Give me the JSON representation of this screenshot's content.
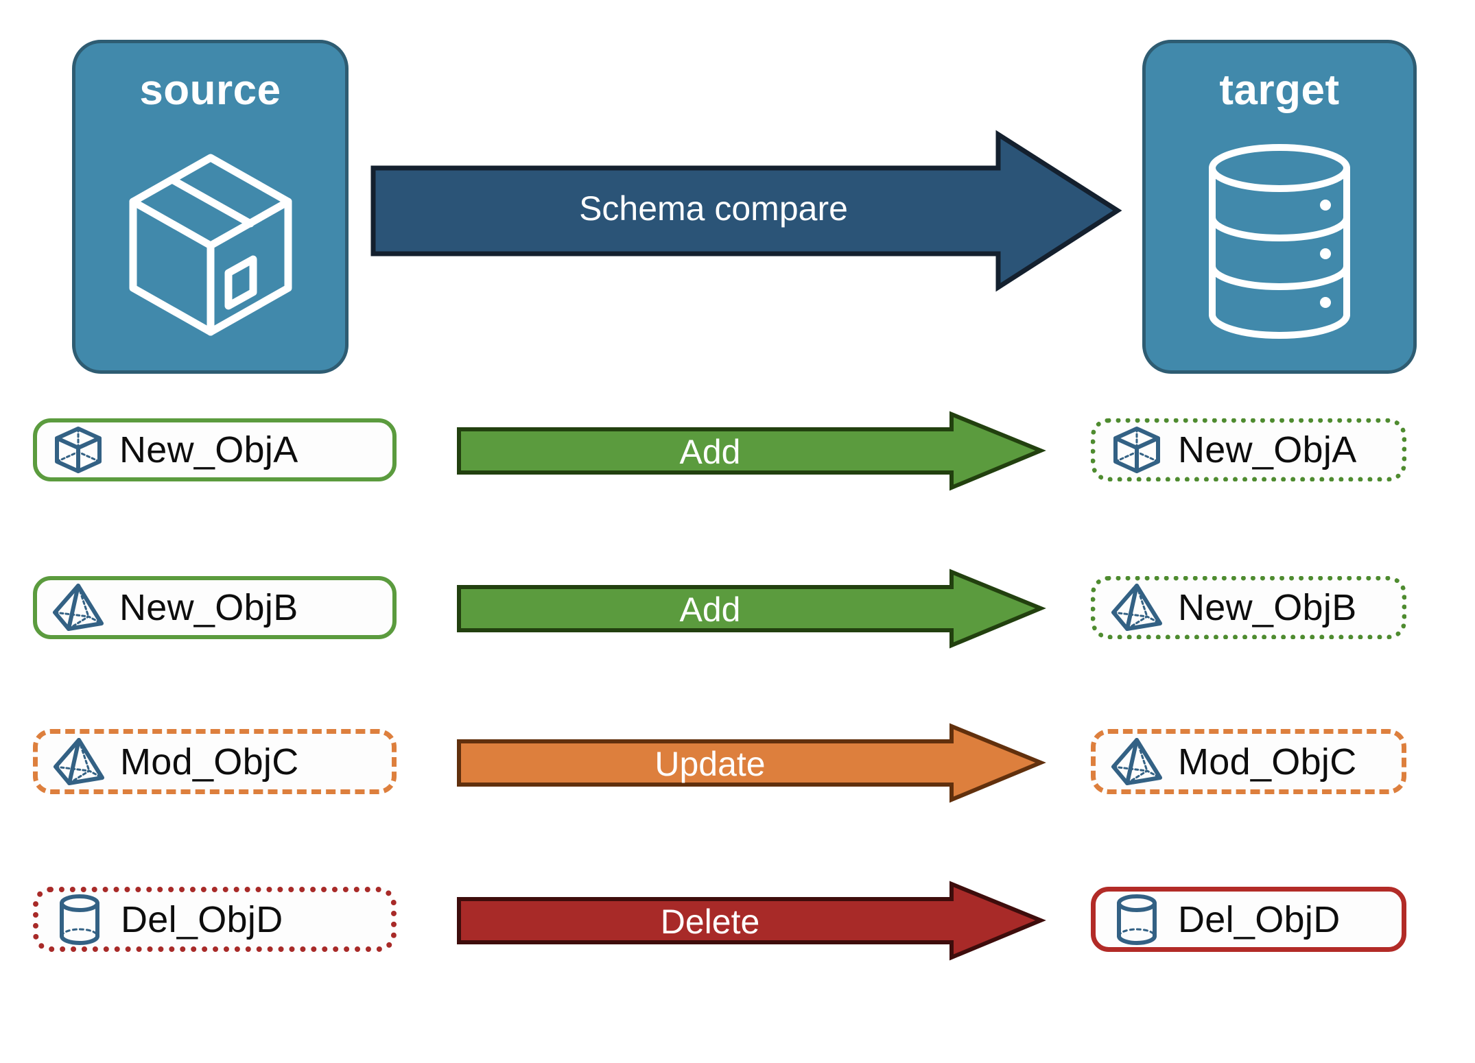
{
  "endpoints": {
    "source": {
      "label": "source",
      "icon": "package-box-icon",
      "fill": "#4189AB",
      "border": "#2E5C72"
    },
    "target": {
      "label": "target",
      "icon": "database-cylinder-icon",
      "fill": "#4189AB",
      "border": "#2E5C72"
    }
  },
  "main_arrow": {
    "label": "Schema compare",
    "fill": "#2B5477",
    "outline": "#14202E",
    "text_color": "#FFFFFF",
    "direction": "right"
  },
  "rows": [
    {
      "action": "Add",
      "arrow_fill": "#5B9B3E",
      "arrow_outline": "#22400F",
      "source": {
        "name": "New_ObjA",
        "icon": "wireframe-cube-icon",
        "border_style": "solid",
        "border_color": "#5B9B3E"
      },
      "target": {
        "name": "New_ObjA",
        "icon": "wireframe-cube-icon",
        "border_style": "dotted",
        "border_color": "#4E8B2F"
      }
    },
    {
      "action": "Add",
      "arrow_fill": "#5B9B3E",
      "arrow_outline": "#22400F",
      "source": {
        "name": "New_ObjB",
        "icon": "wireframe-pyramid-icon",
        "border_style": "solid",
        "border_color": "#5B9B3E"
      },
      "target": {
        "name": "New_ObjB",
        "icon": "wireframe-pyramid-icon",
        "border_style": "dotted",
        "border_color": "#4E8B2F"
      }
    },
    {
      "action": "Update",
      "arrow_fill": "#DD7F3D",
      "arrow_outline": "#61300D",
      "source": {
        "name": "Mod_ObjC",
        "icon": "wireframe-pyramid-icon",
        "border_style": "dashed",
        "border_color": "#DD7F3D"
      },
      "target": {
        "name": "Mod_ObjC",
        "icon": "wireframe-pyramid-icon",
        "border_style": "dashed",
        "border_color": "#DD7F3D"
      }
    },
    {
      "action": "Delete",
      "arrow_fill": "#A82A28",
      "arrow_outline": "#3E0D0C",
      "source": {
        "name": "Del_ObjD",
        "icon": "wireframe-cylinder-icon",
        "border_style": "dotted",
        "border_color": "#A82A28"
      },
      "target": {
        "name": "Del_ObjD",
        "icon": "wireframe-cylinder-icon",
        "border_style": "solid",
        "border_color": "#B22B27"
      }
    }
  ],
  "palette": {
    "icon_stroke": "#336184",
    "panel_blue": "#4189AB",
    "background": "#FFFFFF"
  }
}
